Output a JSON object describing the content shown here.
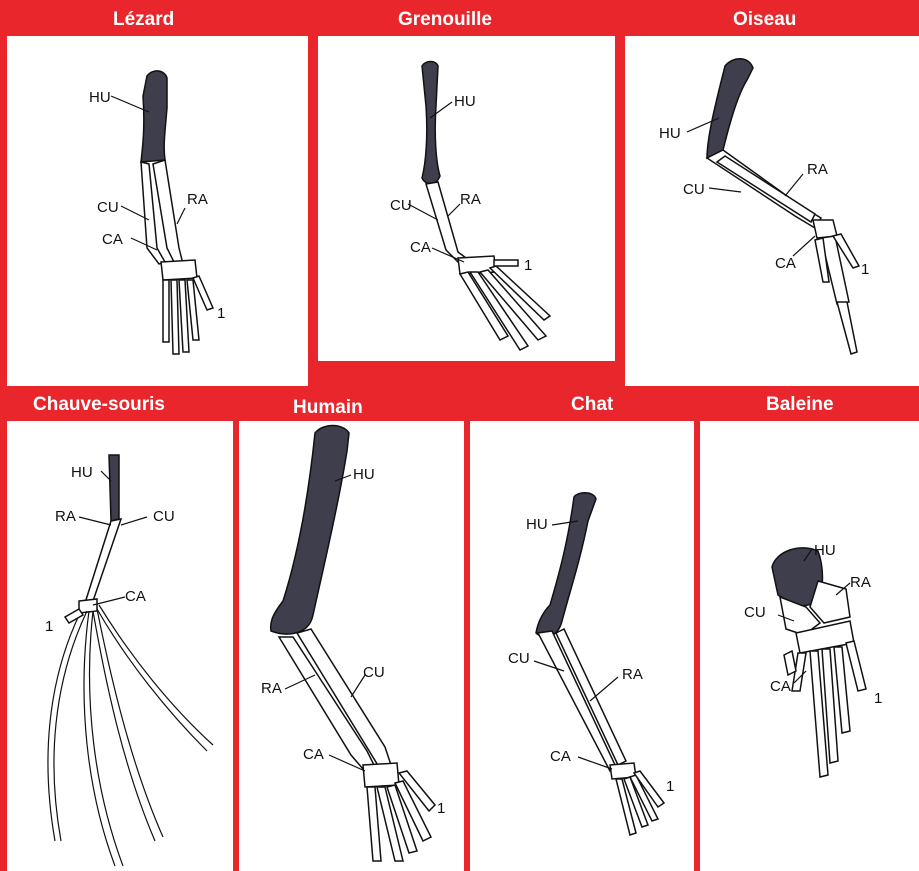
{
  "colors": {
    "frame": "#e8262b",
    "panel": "#ffffff",
    "humerus": "#3e3e4c",
    "line": "#111111"
  },
  "panels": [
    {
      "title": "Lézard",
      "labels": {
        "hu": "HU",
        "ra": "RA",
        "cu": "CU",
        "ca": "CA",
        "digit": "1"
      }
    },
    {
      "title": "Grenouille",
      "labels": {
        "hu": "HU",
        "ra": "RA",
        "cu": "CU",
        "ca": "CA",
        "digit": "1"
      }
    },
    {
      "title": "Oiseau",
      "labels": {
        "hu": "HU",
        "ra": "RA",
        "cu": "CU",
        "ca": "CA",
        "digit": "1"
      }
    },
    {
      "title": "Chauve-souris",
      "labels": {
        "hu": "HU",
        "ra": "RA",
        "cu": "CU",
        "ca": "CA",
        "digit": "1"
      }
    },
    {
      "title": "Humain",
      "labels": {
        "hu": "HU",
        "ra": "RA",
        "cu": "CU",
        "ca": "CA",
        "digit": "1"
      }
    },
    {
      "title": "Chat",
      "labels": {
        "hu": "HU",
        "ra": "RA",
        "cu": "CU",
        "ca": "CA",
        "digit": "1"
      }
    },
    {
      "title": "Baleine",
      "labels": {
        "hu": "HU",
        "ra": "RA",
        "cu": "CU",
        "ca": "CA",
        "digit": "1"
      }
    }
  ]
}
